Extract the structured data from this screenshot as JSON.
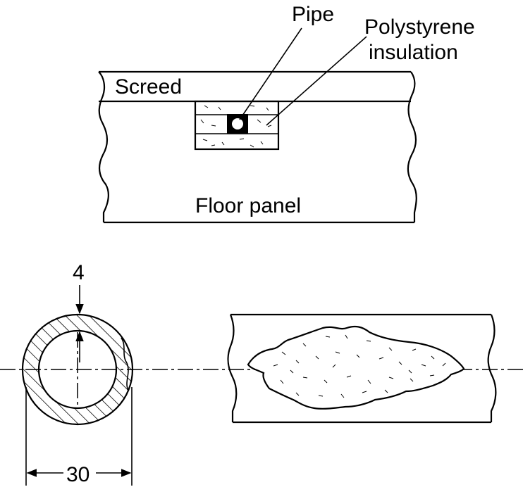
{
  "labels": {
    "pipe": "Pipe",
    "insulation_line1": "Polystyrene",
    "insulation_line2": "insulation",
    "screed": "Screed",
    "floor_panel": "Floor panel"
  },
  "dimensions": {
    "wall_thickness": "4",
    "outer_diameter": "30"
  },
  "colors": {
    "line": "#000000",
    "background": "#ffffff"
  }
}
